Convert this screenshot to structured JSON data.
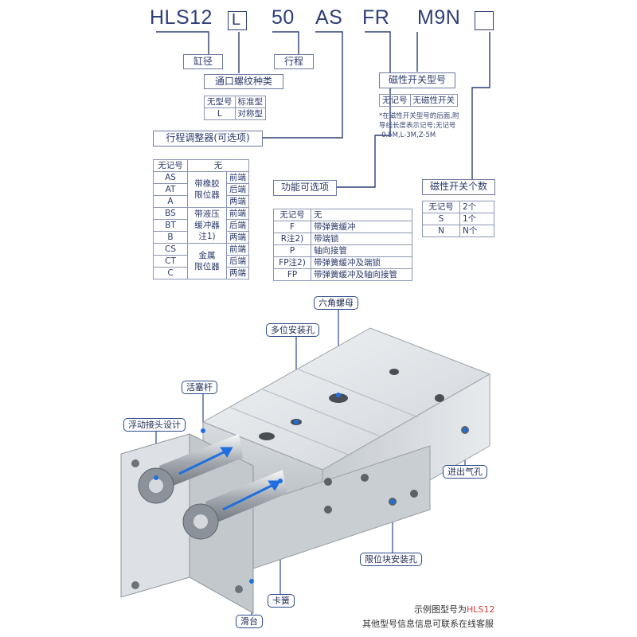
{
  "code": {
    "model": "HLS12",
    "port": "L",
    "stroke": "50",
    "adjuster": "AS",
    "function": "FR",
    "switch": "M9N"
  },
  "labels": {
    "bore": "缸径",
    "stroke": "行程",
    "thread": "通口螺纹种类",
    "adjuster": "行程调整器(可选项)",
    "function": "功能可选项",
    "switch_model": "磁性开关型号",
    "switch_count": "磁性开关个数"
  },
  "thread_table": [
    [
      "无型号",
      "标准型"
    ],
    [
      "L",
      "对称型"
    ]
  ],
  "switch_model_table": [
    [
      "无记号",
      "无磁性开关"
    ]
  ],
  "switch_note": [
    "*在磁性开关型号的后面,附",
    "导线长度表示记号;无记号",
    "-0.5M,L-3M,Z-5M"
  ],
  "adjuster_table": {
    "head": [
      "无记号",
      "无"
    ],
    "rows": [
      {
        "code": "AS",
        "type": "带橡胶",
        "end": "前端"
      },
      {
        "code": "AT",
        "type": "限位器",
        "end": "后端"
      },
      {
        "code": "A",
        "type": "",
        "end": "两端"
      },
      {
        "code": "BS",
        "type": "带液压",
        "end": "前端"
      },
      {
        "code": "BT",
        "type": "缓冲器",
        "end": "后端"
      },
      {
        "code": "B",
        "type": "注1)",
        "end": "两端"
      },
      {
        "code": "CS",
        "type": "金属",
        "end": "前端"
      },
      {
        "code": "CT",
        "type": "限位器",
        "end": "后端"
      },
      {
        "code": "C",
        "type": "",
        "end": "两端"
      }
    ]
  },
  "function_table": [
    [
      "无记号",
      "无"
    ],
    [
      "F",
      "带弹簧缓冲"
    ],
    [
      "R注2)",
      "带端锁"
    ],
    [
      "P",
      "轴向接管"
    ],
    [
      "FP注2)",
      "带弹簧缓冲及端锁"
    ],
    [
      "FP",
      "带弹簧缓冲及轴向接管"
    ]
  ],
  "switch_count_table": [
    [
      "无记号",
      "2个"
    ],
    [
      "S",
      "1个"
    ],
    [
      "N",
      "N个"
    ]
  ],
  "callouts": {
    "hex_nut": "六角螺母",
    "multi_hole": "多位安装孔",
    "piston_rod": "活塞杆",
    "floating_joint": "浮动接头设计",
    "air_port": "进出气孔",
    "limit_hole": "限位块安装孔",
    "clip_spring": "卡簧",
    "slide_table": "滑台"
  },
  "footer": {
    "line1_prefix": "示例图型号为",
    "line1_model": "HLS12",
    "line2": "其他型号信息信息可联系在线客服"
  },
  "colors": {
    "accent_text": "#2d3e78",
    "model_red": "#d23c3c",
    "callout_border": "#2a4a8a",
    "metal": "#d3d7dc"
  }
}
